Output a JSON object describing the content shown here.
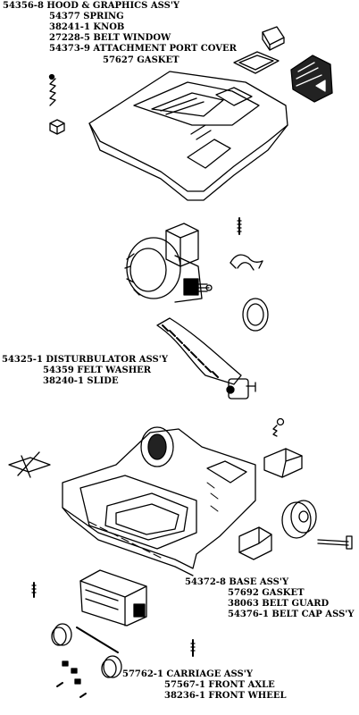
{
  "groups": {
    "hood": {
      "lines": [
        "54356-8 HOOD & GRAPHICS ASS'Y",
        "54377 SPRING",
        "38241-1 KNOB",
        "27228-5 BELT WINDOW",
        "54373-9 ATTACHMENT PORT COVER",
        "57627 GASKET"
      ]
    },
    "disturbulator": {
      "lines": [
        "54325-1 DISTURBULATOR ASS'Y",
        "54359 FELT WASHER",
        "38240-1 SLIDE"
      ]
    },
    "base": {
      "lines": [
        "54372-8 BASE ASS'Y",
        "57692 GASKET",
        "38063 BELT GUARD",
        "54376-1 BELT CAP ASS'Y"
      ]
    },
    "carriage": {
      "lines": [
        "57762-1 CARRIAGE ASS'Y",
        "57567-1 FRONT AXLE",
        "38236-1 FRONT WHEEL"
      ]
    }
  }
}
